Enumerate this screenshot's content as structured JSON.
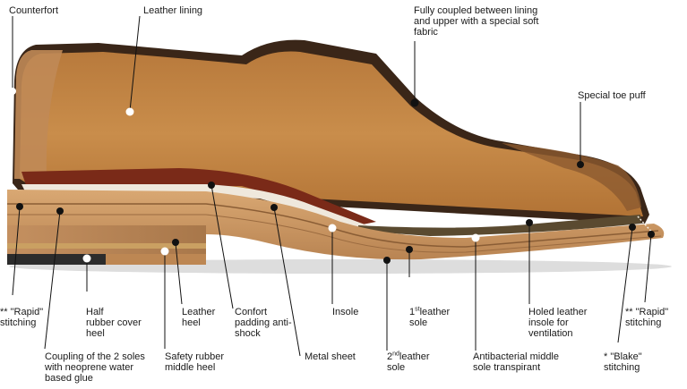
{
  "diagram": {
    "labels": {
      "counterfort": "Counterfort",
      "leather_lining": "Leather lining",
      "coupled": "Fully coupled between lining\nand upper with a special soft\nfabric",
      "toe_puff": "Special toe puff",
      "rapid_left": "** \"Rapid\"\nstitching",
      "half_rubber": "Half\nrubber cover\nheel",
      "leather_heel": "Leather\nheel",
      "confort": "Confort\npadding anti-\nshock",
      "insole": "Insole",
      "first_sole_ord": "1",
      "first_sole_sup": "st",
      "first_sole_rest": "leather\nsole",
      "holed_insole": "Holed leather\ninsole for\nventilation",
      "rapid_right": "** \"Rapid\"\nstitching",
      "coupling": "Coupling of the 2 soles\nwith neoprene water\nbased glue",
      "safety_rubber": "Safety rubber\nmiddle heel",
      "metal_sheet": "Metal sheet",
      "second_sole_ord": "2",
      "second_sole_sup": "nd",
      "second_sole_rest": "leather\nsole",
      "antibacterial": "Antibacterial middle\nsole transpirant",
      "blake": "* \"Blake\"\nstitching"
    }
  }
}
